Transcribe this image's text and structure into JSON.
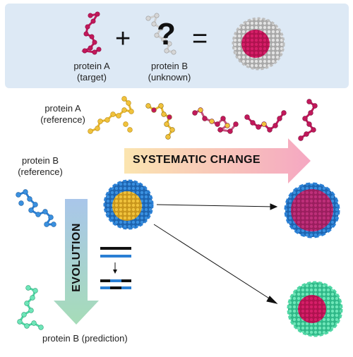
{
  "equation": {
    "protein_a": "protein A",
    "protein_a_role": "(target)",
    "protein_b": "protein B",
    "protein_b_role": "(unknown)",
    "plus": "+",
    "equals": "=",
    "question": "?"
  },
  "reference_a": {
    "line1": "protein A",
    "line2": "(reference)"
  },
  "reference_b": {
    "line1": "protein B",
    "line2": "(reference)"
  },
  "systematic_change": "SYSTEMATIC CHANGE",
  "evolution": "EVOLUTION",
  "prediction_label": "protein B (prediction)",
  "colors": {
    "panel": "#dde9f5",
    "magenta": "#c2185b",
    "yellow": "#e8b830",
    "blue": "#2a7fd4",
    "green": "#4fd6a4",
    "grey": "#c8c8c8"
  }
}
